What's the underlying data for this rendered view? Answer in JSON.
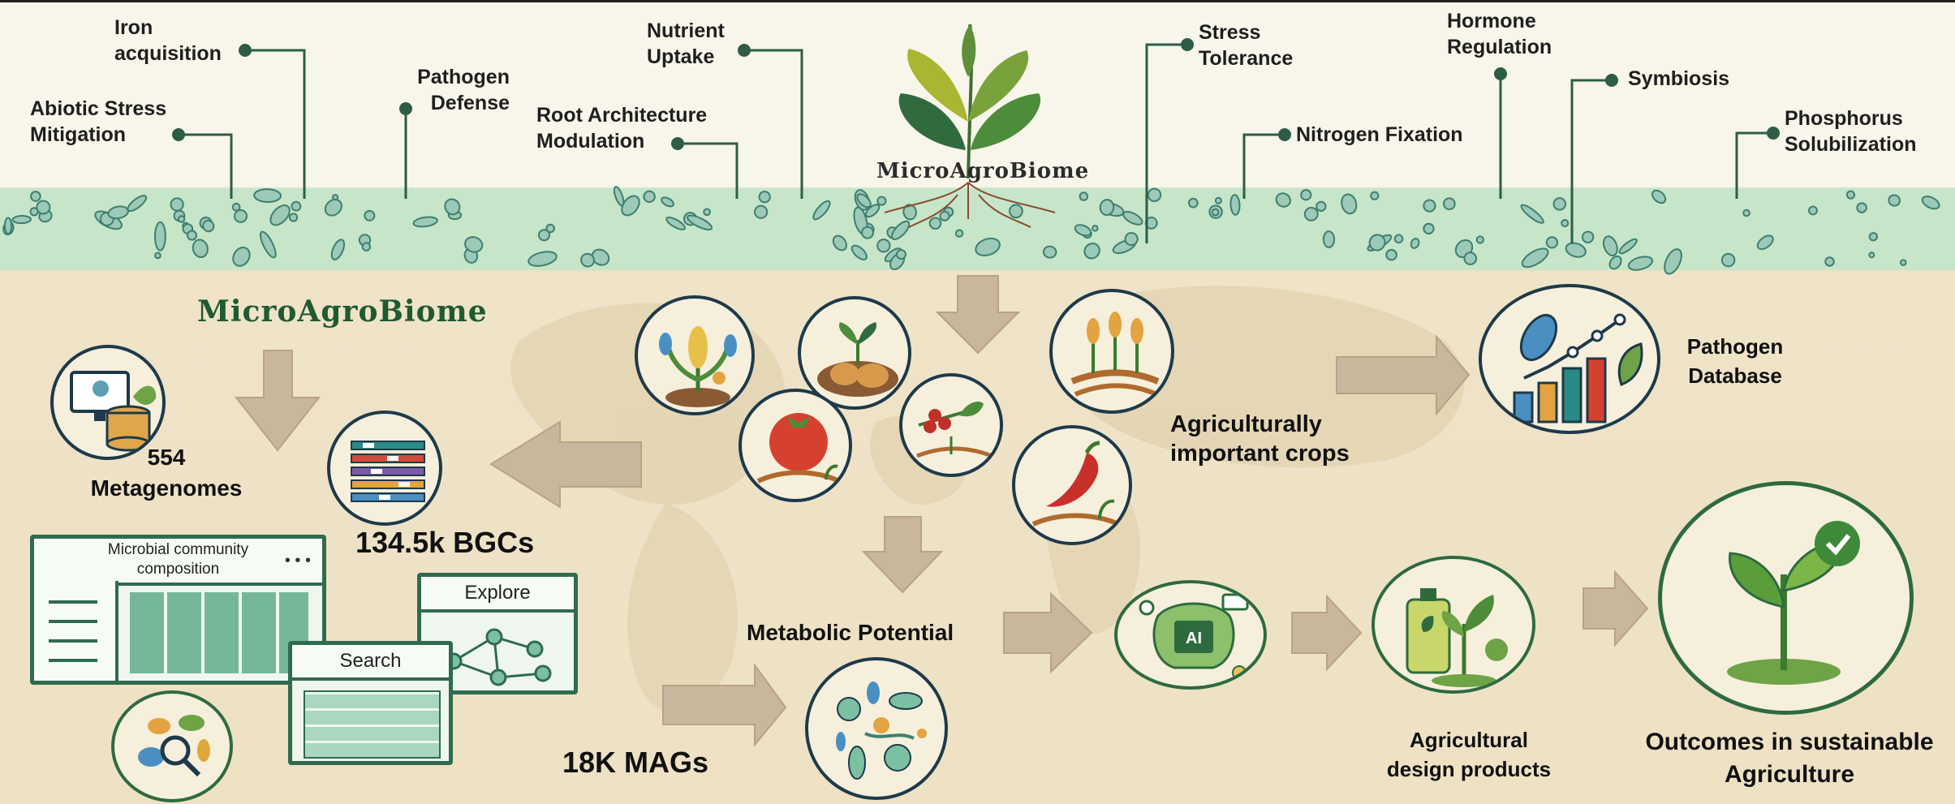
{
  "brand": {
    "name": "MicroAgroBiome"
  },
  "functions": [
    {
      "id": "iron",
      "label": "Iron\nacquisition"
    },
    {
      "id": "abiotic",
      "label": "Abiotic Stress\nMitigation"
    },
    {
      "id": "pathogen_defense",
      "label": "Pathogen\nDefense"
    },
    {
      "id": "nutrient",
      "label": "Nutrient\nUptake"
    },
    {
      "id": "root",
      "label": "Root Architecture\nModulation"
    },
    {
      "id": "stress",
      "label": "Stress\nTolerance"
    },
    {
      "id": "nitrogen",
      "label": "Nitrogen Fixation"
    },
    {
      "id": "hormone",
      "label": "Hormone\nRegulation"
    },
    {
      "id": "symbiosis",
      "label": "Symbiosis"
    },
    {
      "id": "phosphorus",
      "label": "Phosphorus\nSolubilization"
    }
  ],
  "stats": {
    "metagenomes": "554\nMetagenomes",
    "bgcs": "134.5k BGCs",
    "mags": "18K MAGs",
    "metabolic": "Metabolic Potential"
  },
  "ui": {
    "composition_title": "Microbial community\ncomposition",
    "explore": "Explore",
    "search": "Search"
  },
  "crops_label": "Agriculturally\nimportant crops",
  "pathogen_db": "Pathogen\nDatabase",
  "ai_label": "AI",
  "products": "Agricultural\ndesign products",
  "outcomes": "Outcomes in sustainable\nAgriculture",
  "colors": {
    "arrow": "#c8b79c",
    "ink": "#1d3a4a",
    "green": "#3f8a3a",
    "soil": "#c9e6cc",
    "bg": "#eee1c4"
  },
  "icons": [
    "database-icon",
    "bgc-icon",
    "corn-icon",
    "potato-icon",
    "tomato-icon",
    "coffee-icon",
    "wheat-icon",
    "chili-icon",
    "chart-icon",
    "ai-chip-icon",
    "fertilizer-icon",
    "sprout-check-icon",
    "microbe-icon",
    "network-icon"
  ]
}
